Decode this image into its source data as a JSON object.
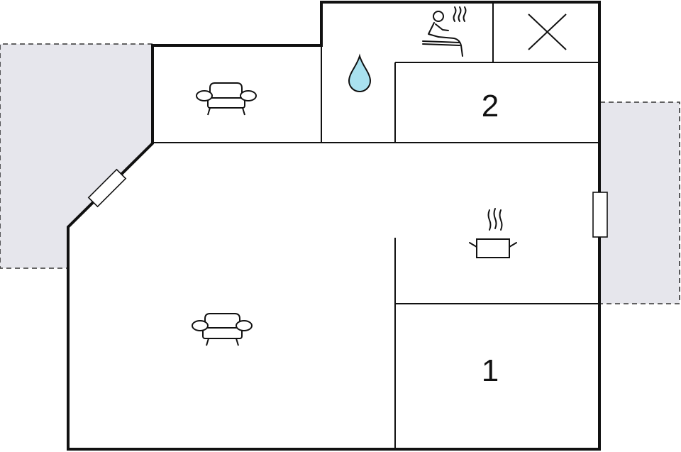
{
  "floorplan": {
    "rooms": [
      {
        "id": "bedroom-2",
        "number_label": "2"
      },
      {
        "id": "bedroom-1",
        "number_label": "1"
      }
    ],
    "icons": [
      "armchair-icon",
      "water-drop-icon",
      "sauna-icon",
      "storage-cross-icon",
      "kitchen-pot-icon",
      "sofa-icon"
    ],
    "colors": {
      "terrace_fill": "#e6e6ec",
      "wall": "#111111",
      "water_drop": "#a9e1ef"
    }
  }
}
